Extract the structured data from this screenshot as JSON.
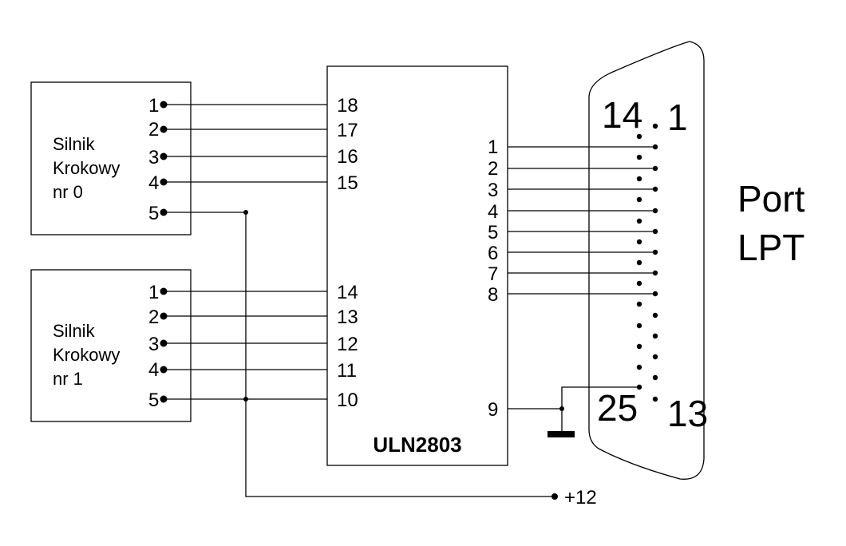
{
  "motor0": {
    "line1": "Silnik",
    "line2": "Krokowy",
    "line3": "nr 0",
    "pins": [
      "1",
      "2",
      "3",
      "4",
      "5"
    ]
  },
  "motor1": {
    "line1": "Silnik",
    "line2": "Krokowy",
    "line3": "nr 1",
    "pins": [
      "1",
      "2",
      "3",
      "4",
      "5"
    ]
  },
  "chip": {
    "name": "ULN2803",
    "left_pins": [
      "18",
      "17",
      "16",
      "15",
      "14",
      "13",
      "12",
      "11",
      "10"
    ],
    "right_pins": [
      "1",
      "2",
      "3",
      "4",
      "5",
      "6",
      "7",
      "8",
      "9"
    ]
  },
  "power": {
    "label": "+12"
  },
  "connector": {
    "pin14": "14",
    "pin1": "1",
    "pin25": "25",
    "pin13": "13"
  },
  "port": {
    "line1": "Port",
    "line2": "LPT"
  }
}
